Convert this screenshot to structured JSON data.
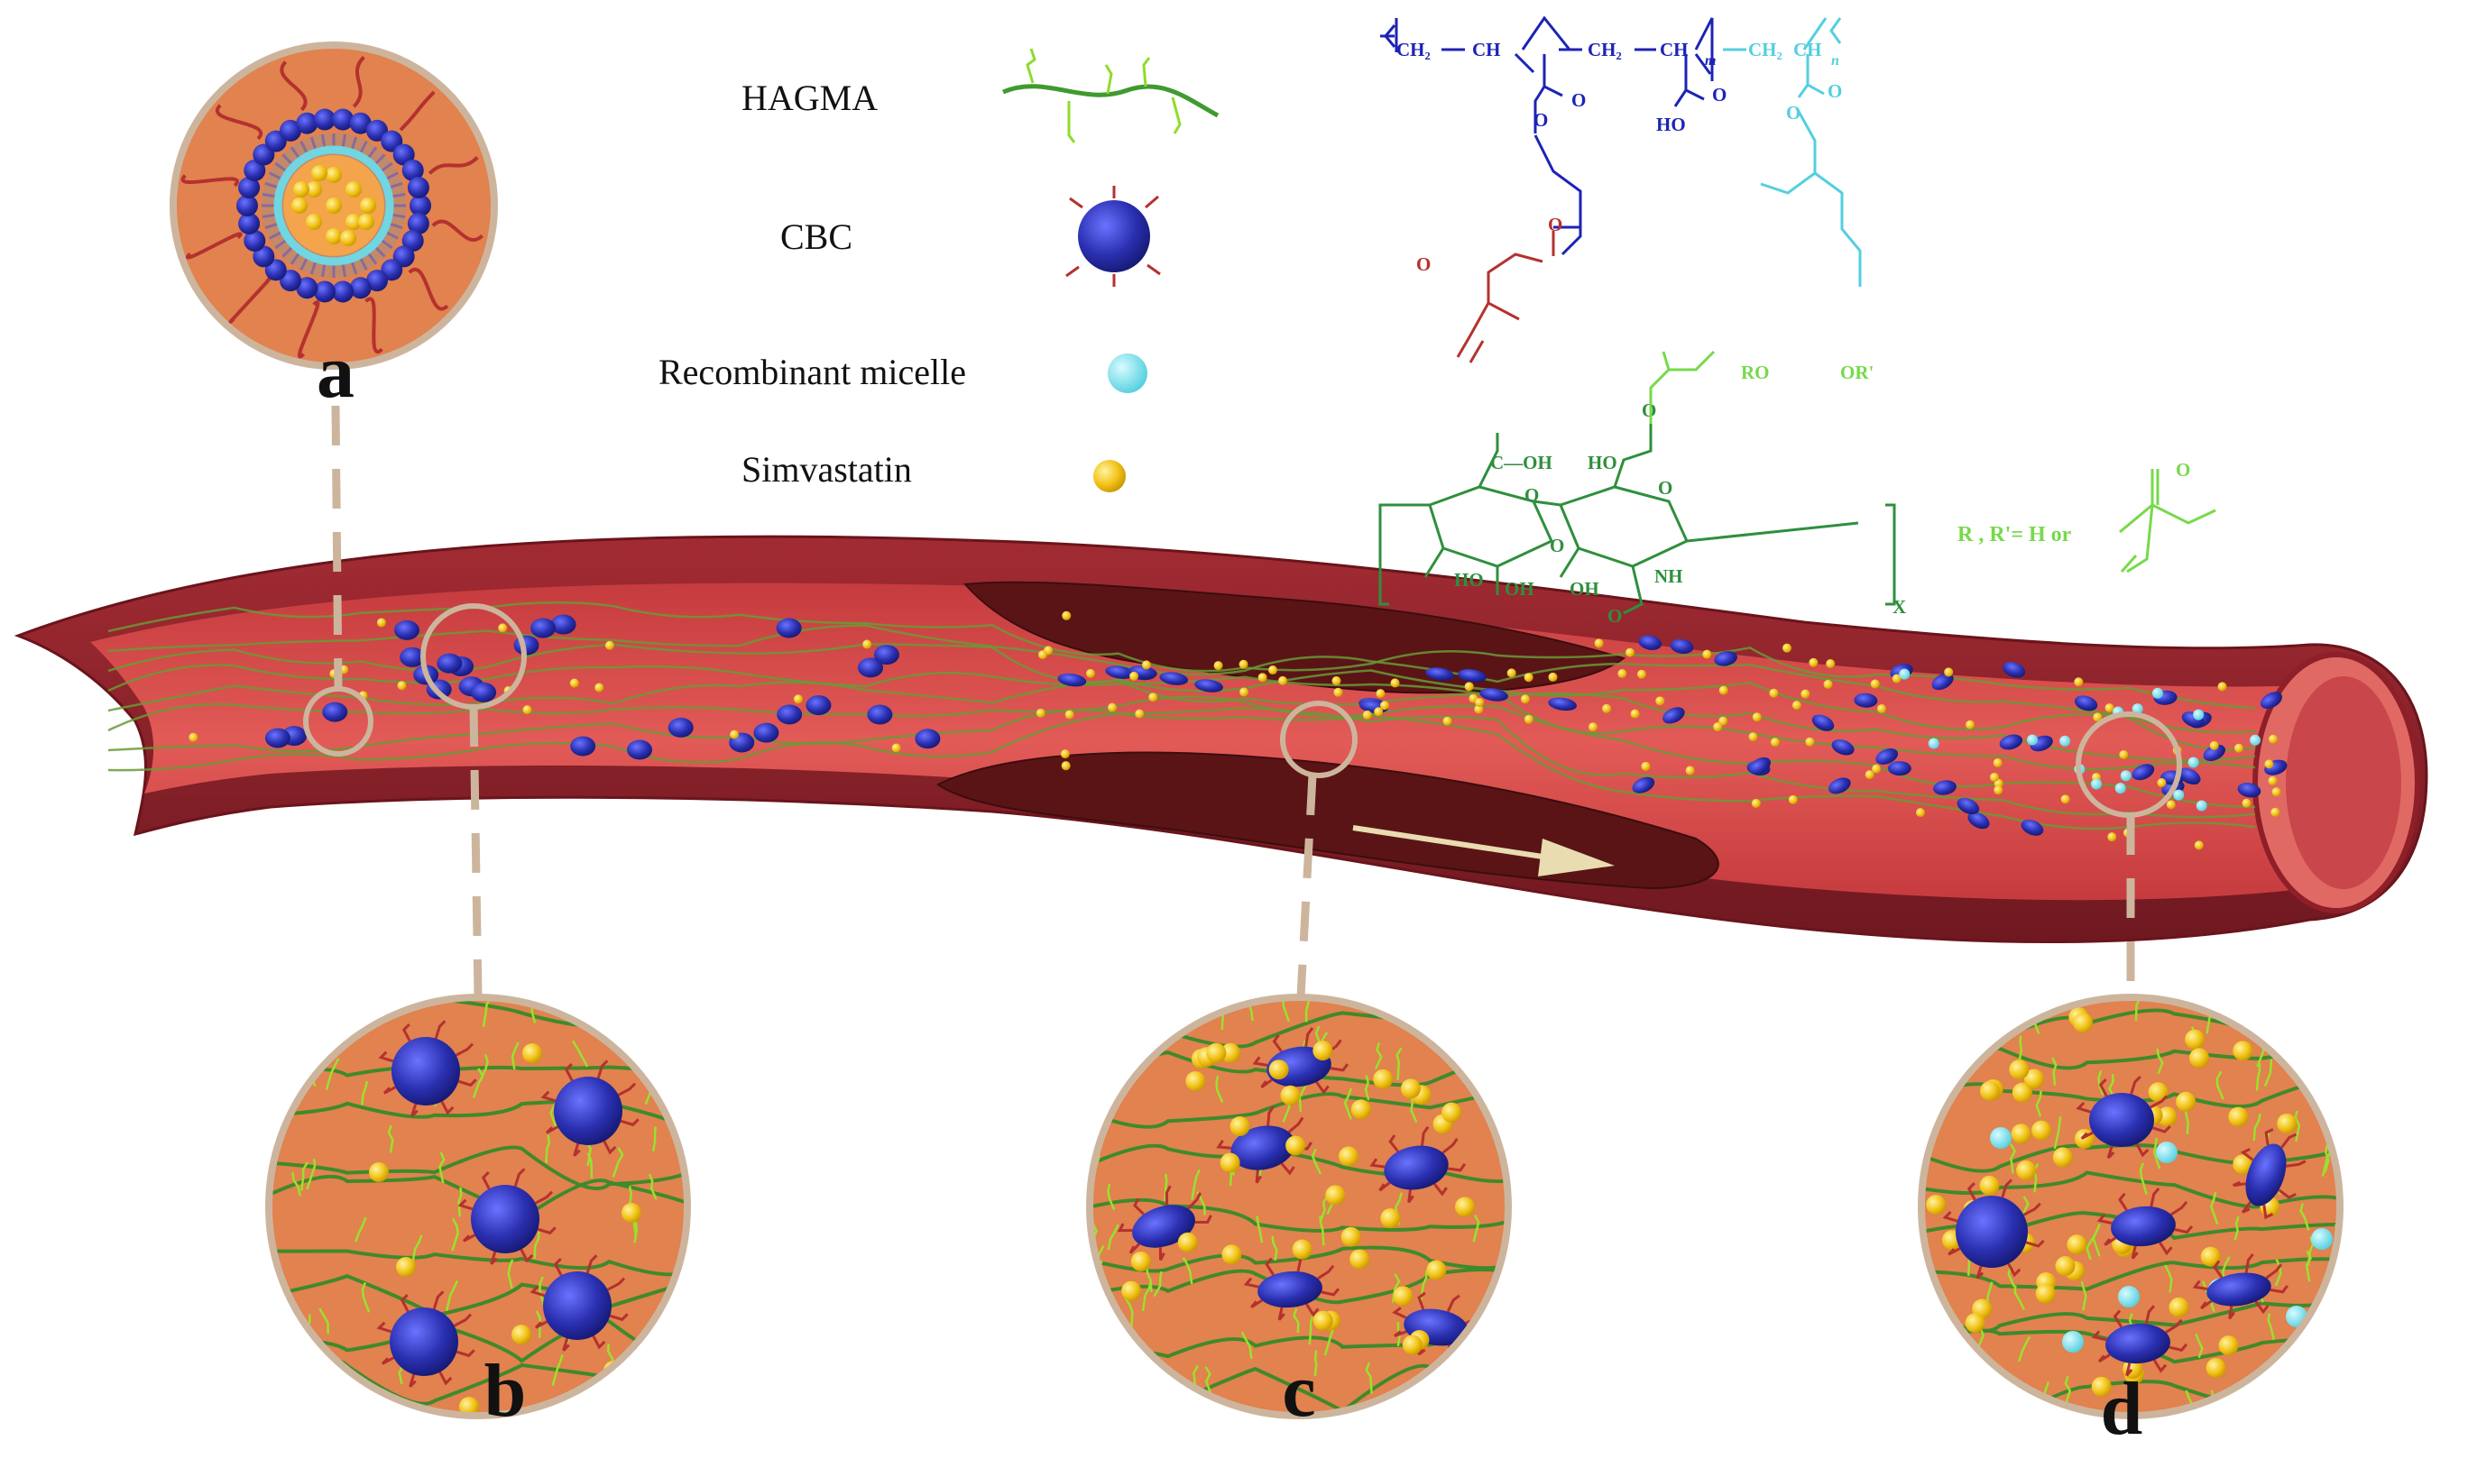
{
  "legend": {
    "hagma": "HAGMA",
    "cbc": "CBC",
    "micelle": "Recombinant micelle",
    "simvastatin": "Simvastatin"
  },
  "panels": {
    "a": "a",
    "b": "b",
    "c": "c",
    "d": "d"
  },
  "chem": {
    "top": {
      "ch2_1": "CH₂",
      "ch_1": "CH",
      "ch2_2": "CH₂",
      "ch_2": "CH",
      "ch2_3": "CH₂",
      "ch_3": "CH",
      "m": "m",
      "n": "n",
      "o1": "O",
      "o2": "O",
      "o3": "O",
      "o4": "O",
      "o5": "O",
      "o6": "O",
      "o7": "O",
      "ho": "HO"
    },
    "ha": {
      "cooh": "C—OH",
      "o_a": "O",
      "ho1": "HO",
      "o_b": "O",
      "o_c": "O",
      "o_d": "O",
      "ho2": "HO",
      "oh1": "OH",
      "oh2": "OH",
      "nh": "NH",
      "o_e": "O",
      "x": "X",
      "ro": "RO",
      "or2": "OR'"
    },
    "r_label": "R , R'= H or",
    "r_o": "O"
  },
  "colors": {
    "tissue": "#e1824f",
    "vessel_wall": "#8e1f29",
    "lumen": "#d94c4c",
    "cbc": "#2a2fb0",
    "micelle": "#6fd6e2",
    "simvastatin": "#f2c318",
    "hagma": "#3f9a2f",
    "hagma_side": "#8fdc2a",
    "plaque": "#5a1416",
    "ring": "#cdb59d",
    "chem_blue": "#1c23b5",
    "chem_red": "#b5312f",
    "chem_cyan": "#53cfdf",
    "chem_green": "#2f8f3d",
    "chem_lime": "#77d94a"
  }
}
